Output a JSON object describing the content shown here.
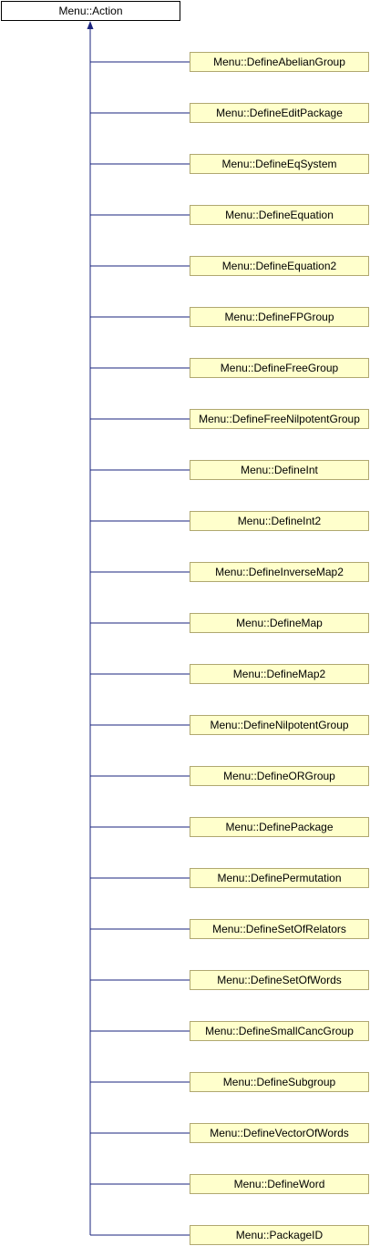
{
  "diagram": {
    "base_class": "Menu::Action",
    "derived_classes": [
      "Menu::DefineAbelianGroup",
      "Menu::DefineEditPackage",
      "Menu::DefineEqSystem",
      "Menu::DefineEquation",
      "Menu::DefineEquation2",
      "Menu::DefineFPGroup",
      "Menu::DefineFreeGroup",
      "Menu::DefineFreeNilpotentGroup",
      "Menu::DefineInt",
      "Menu::DefineInt2",
      "Menu::DefineInverseMap2",
      "Menu::DefineMap",
      "Menu::DefineMap2",
      "Menu::DefineNilpotentGroup",
      "Menu::DefineORGroup",
      "Menu::DefinePackage",
      "Menu::DefinePermutation",
      "Menu::DefineSetOfRelators",
      "Menu::DefineSetOfWords",
      "Menu::DefineSmallCancGroup",
      "Menu::DefineSubgroup",
      "Menu::DefineVectorOfWords",
      "Menu::DefineWord",
      "Menu::PackageID"
    ],
    "colors": {
      "edge": "#1a237e",
      "derived_fill": "#ffffcc",
      "derived_border": "#b0a870",
      "base_border": "#000000"
    }
  }
}
